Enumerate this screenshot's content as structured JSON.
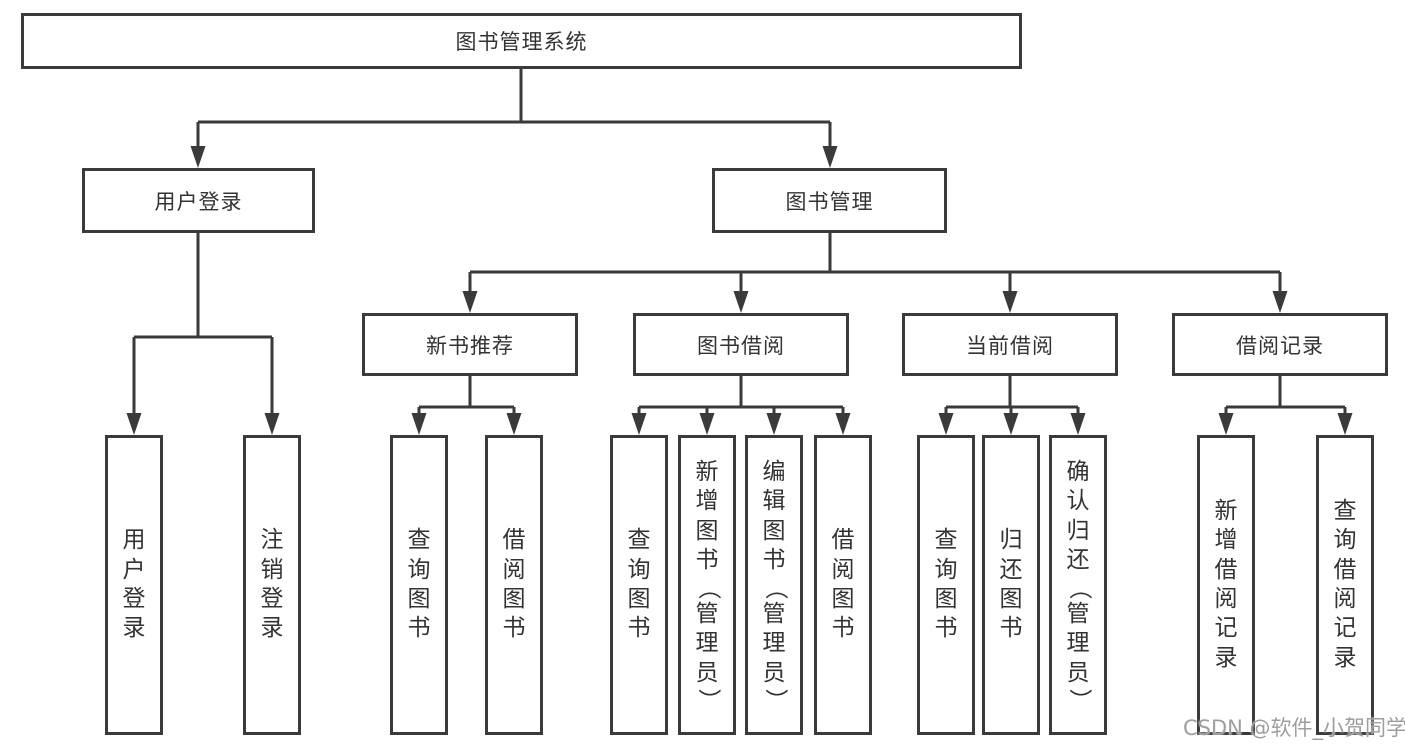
{
  "diagram": {
    "root": {
      "label": "图书管理系统"
    },
    "branches": [
      {
        "label": "用户登录",
        "leaves": [
          {
            "label": "用户登录"
          },
          {
            "label": "注销登录"
          }
        ]
      },
      {
        "label": "图书管理",
        "groups": [
          {
            "label": "新书推荐",
            "leaves": [
              {
                "label": "查询图书"
              },
              {
                "label": "借阅图书"
              }
            ]
          },
          {
            "label": "图书借阅",
            "leaves": [
              {
                "label": "查询图书"
              },
              {
                "label": "新增图书（管理员）"
              },
              {
                "label": "编辑图书（管理员）"
              },
              {
                "label": "借阅图书"
              }
            ]
          },
          {
            "label": "当前借阅",
            "leaves": [
              {
                "label": "查询图书"
              },
              {
                "label": "归还图书"
              },
              {
                "label": "确认归还（管理员）"
              }
            ]
          },
          {
            "label": "借阅记录",
            "leaves": [
              {
                "label": "新增借阅记录"
              },
              {
                "label": "查询借阅记录"
              }
            ]
          }
        ]
      }
    ]
  },
  "watermark": {
    "text": "CSDN @软件_小贺同学",
    "color": "#9e9e9e"
  },
  "colors": {
    "line": "#3a3a3a",
    "box_border": "#3a3a3a",
    "text": "#333333",
    "watermark": "#9e9e9e",
    "background": "#ffffff"
  }
}
